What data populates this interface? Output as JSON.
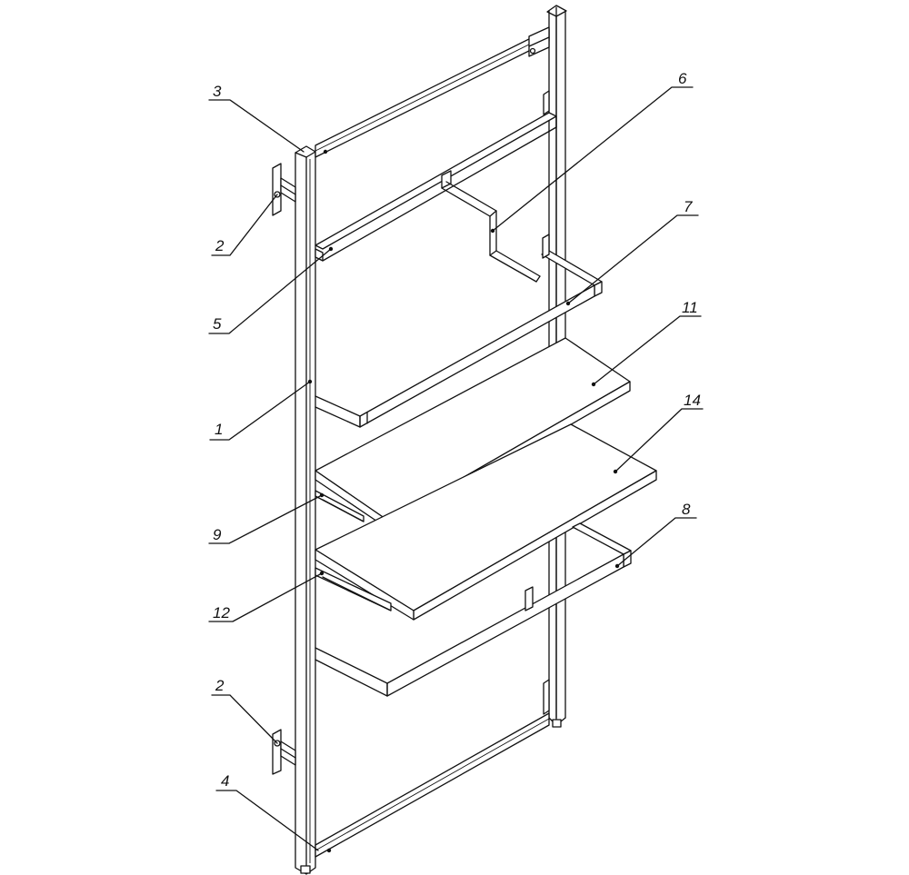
{
  "drawing": {
    "type": "isometric assembly drawing",
    "subject": "wall-mounted display rack"
  },
  "callouts": [
    {
      "id": "c3",
      "number": "3"
    },
    {
      "id": "c6",
      "number": "6"
    },
    {
      "id": "c7",
      "number": "7"
    },
    {
      "id": "c2a",
      "number": "2"
    },
    {
      "id": "c5",
      "number": "5"
    },
    {
      "id": "c11",
      "number": "11"
    },
    {
      "id": "c1",
      "number": "1"
    },
    {
      "id": "c14",
      "number": "14"
    },
    {
      "id": "c9",
      "number": "9"
    },
    {
      "id": "c8",
      "number": "8"
    },
    {
      "id": "c12",
      "number": "12"
    },
    {
      "id": "c2b",
      "number": "2"
    },
    {
      "id": "c4",
      "number": "4"
    }
  ]
}
